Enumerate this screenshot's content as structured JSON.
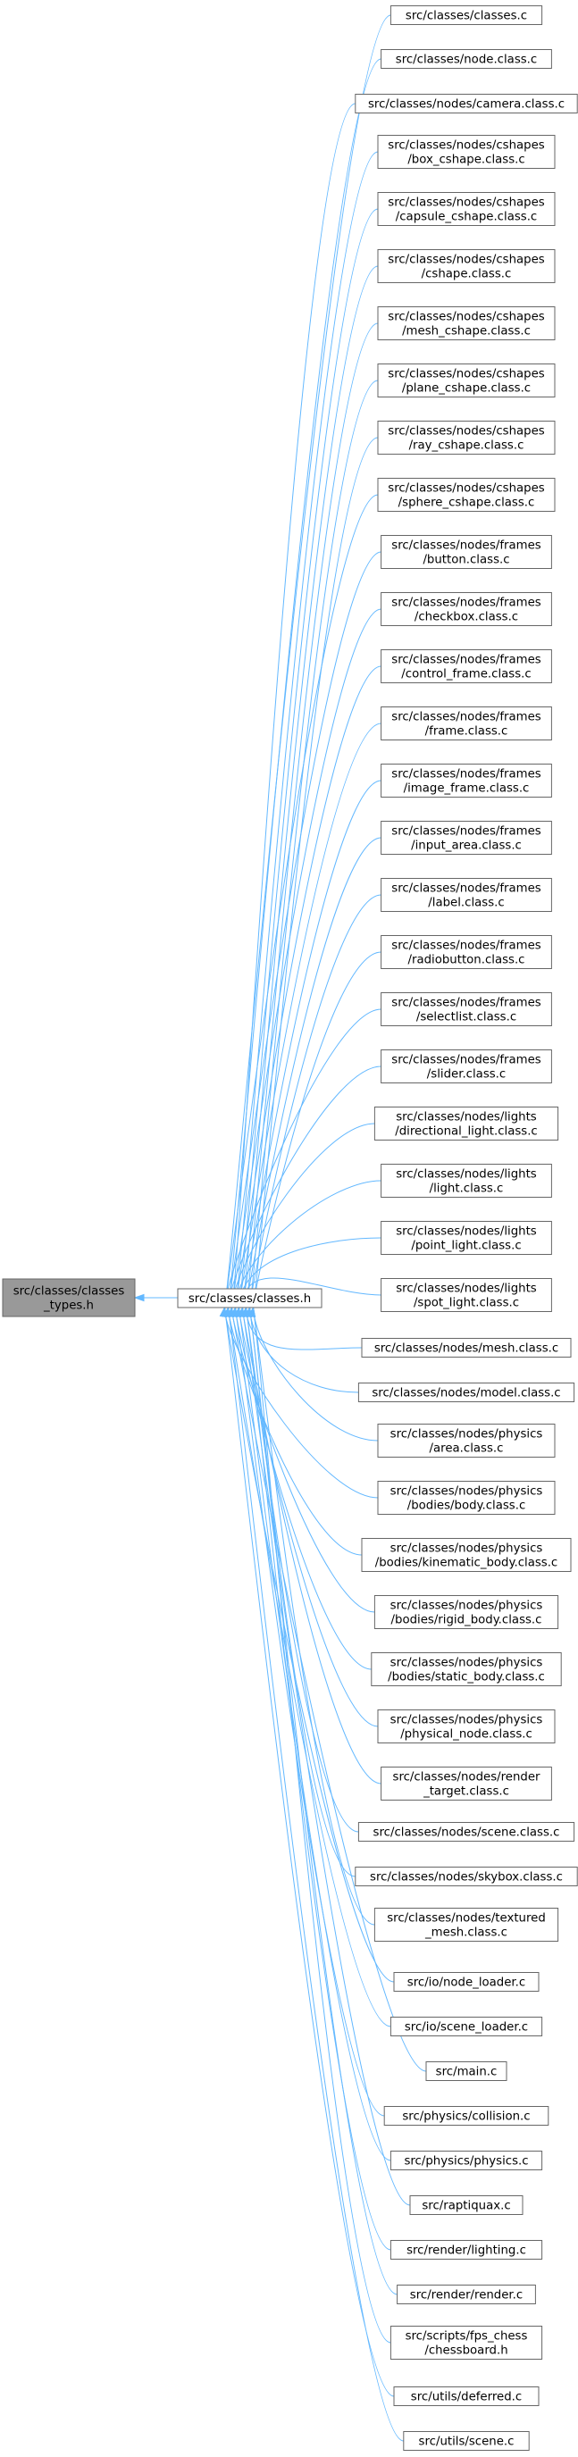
{
  "graph": {
    "colors": {
      "edge": "#63b8ff",
      "node_border": "#666666",
      "root_fill": "#999999",
      "node_fill": "#ffffff"
    },
    "root": [
      "src/classes/classes",
      "_types.h"
    ],
    "middle": [
      "src/classes/classes.h"
    ],
    "targets": [
      [
        "src/classes/classes.c"
      ],
      [
        "src/classes/node.class.c"
      ],
      [
        "src/classes/nodes/camera.class.c"
      ],
      [
        "src/classes/nodes/cshapes",
        "/box_cshape.class.c"
      ],
      [
        "src/classes/nodes/cshapes",
        "/capsule_cshape.class.c"
      ],
      [
        "src/classes/nodes/cshapes",
        "/cshape.class.c"
      ],
      [
        "src/classes/nodes/cshapes",
        "/mesh_cshape.class.c"
      ],
      [
        "src/classes/nodes/cshapes",
        "/plane_cshape.class.c"
      ],
      [
        "src/classes/nodes/cshapes",
        "/ray_cshape.class.c"
      ],
      [
        "src/classes/nodes/cshapes",
        "/sphere_cshape.class.c"
      ],
      [
        "src/classes/nodes/frames",
        "/button.class.c"
      ],
      [
        "src/classes/nodes/frames",
        "/checkbox.class.c"
      ],
      [
        "src/classes/nodes/frames",
        "/control_frame.class.c"
      ],
      [
        "src/classes/nodes/frames",
        "/frame.class.c"
      ],
      [
        "src/classes/nodes/frames",
        "/image_frame.class.c"
      ],
      [
        "src/classes/nodes/frames",
        "/input_area.class.c"
      ],
      [
        "src/classes/nodes/frames",
        "/label.class.c"
      ],
      [
        "src/classes/nodes/frames",
        "/radiobutton.class.c"
      ],
      [
        "src/classes/nodes/frames",
        "/selectlist.class.c"
      ],
      [
        "src/classes/nodes/frames",
        "/slider.class.c"
      ],
      [
        "src/classes/nodes/lights",
        "/directional_light.class.c"
      ],
      [
        "src/classes/nodes/lights",
        "/light.class.c"
      ],
      [
        "src/classes/nodes/lights",
        "/point_light.class.c"
      ],
      [
        "src/classes/nodes/lights",
        "/spot_light.class.c"
      ],
      [
        "src/classes/nodes/mesh.class.c"
      ],
      [
        "src/classes/nodes/model.class.c"
      ],
      [
        "src/classes/nodes/physics",
        "/area.class.c"
      ],
      [
        "src/classes/nodes/physics",
        "/bodies/body.class.c"
      ],
      [
        "src/classes/nodes/physics",
        "/bodies/kinematic_body.class.c"
      ],
      [
        "src/classes/nodes/physics",
        "/bodies/rigid_body.class.c"
      ],
      [
        "src/classes/nodes/physics",
        "/bodies/static_body.class.c"
      ],
      [
        "src/classes/nodes/physics",
        "/physical_node.class.c"
      ],
      [
        "src/classes/nodes/render",
        "_target.class.c"
      ],
      [
        "src/classes/nodes/scene.class.c"
      ],
      [
        "src/classes/nodes/skybox.class.c"
      ],
      [
        "src/classes/nodes/textured",
        "_mesh.class.c"
      ],
      [
        "src/io/node_loader.c"
      ],
      [
        "src/io/scene_loader.c"
      ],
      [
        "src/main.c"
      ],
      [
        "src/physics/collision.c"
      ],
      [
        "src/physics/physics.c"
      ],
      [
        "src/raptiquax.c"
      ],
      [
        "src/render/lighting.c"
      ],
      [
        "src/render/render.c"
      ],
      [
        "src/scripts/fps_chess",
        "/chessboard.h"
      ],
      [
        "src/utils/deferred.c"
      ],
      [
        "src/utils/scene.c"
      ]
    ]
  }
}
